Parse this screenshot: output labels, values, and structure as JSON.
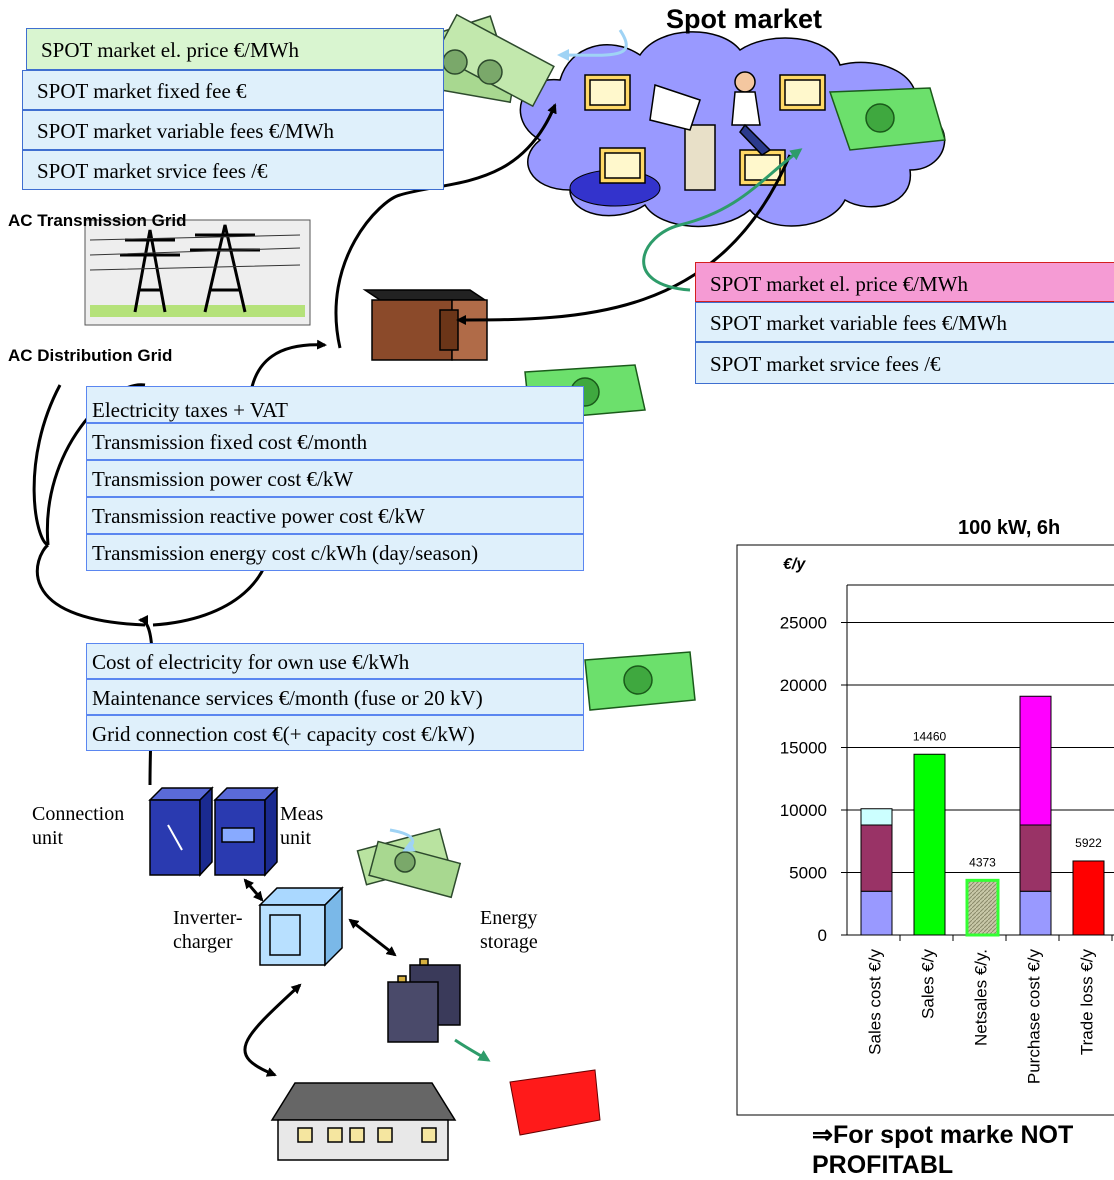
{
  "title": "Spot market",
  "spot_boxes_top": [
    "SPOT market el. price  €/MWh",
    "SPOT market fixed fee  €",
    "SPOT market variable fees €/MWh",
    "SPOT market srvice fees /€"
  ],
  "spot_boxes_right": [
    "SPOT market el. price  €/MWh",
    "SPOT market variable fees €/MWh",
    "SPOT market srvice fees /€"
  ],
  "grid_labels": {
    "transmission": "AC Transmission Grid",
    "distribution": "AC Distribution Grid"
  },
  "transmission_boxes": [
    "Electricity taxes + VAT",
    "Transmission fixed cost €/month",
    "Transmission power cost €/kW",
    "Transmission reactive power cost €/kW",
    "Transmission energy cost c/kWh (day/season)"
  ],
  "own_boxes": [
    "Cost of electricity for own use €/kWh",
    "Maintenance services €/month (fuse or 20 kV)",
    "Grid connection cost  €(+ capacity cost €/kW)"
  ],
  "components": {
    "connection_unit": "Connection unit",
    "meas_unit": "Meas unit",
    "inverter": "Inverter-charger",
    "storage": "Energy storage"
  },
  "chart_title": "100 kW, 6h",
  "conclusion": "⇒For spot marke NOT PROFITABL",
  "chart_data": {
    "type": "bar",
    "ylabel": "€/y",
    "ylim": [
      0,
      28000
    ],
    "yticks": [
      0,
      5000,
      10000,
      15000,
      20000,
      25000
    ],
    "categories": [
      "Sales cost €/y",
      "Sales €/y",
      "Netsales €/y.",
      "Purchase cost €/y",
      "Trade loss €/y"
    ],
    "bars": [
      {
        "segments": [
          3500,
          5300,
          1300
        ],
        "colors": [
          "#9999ff",
          "#993366",
          "#ccffff"
        ],
        "label": ""
      },
      {
        "segments": [
          14460
        ],
        "colors": [
          "#00ff00"
        ],
        "label": "14460"
      },
      {
        "segments": [
          4373
        ],
        "colors": [
          "#b5b58f"
        ],
        "label": "4373",
        "border": "#33ff33"
      },
      {
        "segments": [
          3500,
          5300,
          10300
        ],
        "colors": [
          "#9999ff",
          "#993366",
          "#ff00ff"
        ],
        "label": ""
      },
      {
        "segments": [
          5922
        ],
        "colors": [
          "#ff0000"
        ],
        "label": "5922"
      }
    ]
  },
  "colors": {
    "box_fill": "#dff0fb",
    "box_border": "#3f6fd0",
    "green_box": "#d9f5d0",
    "pink_box": "#f59bd4",
    "cloud": "#9999ff"
  }
}
